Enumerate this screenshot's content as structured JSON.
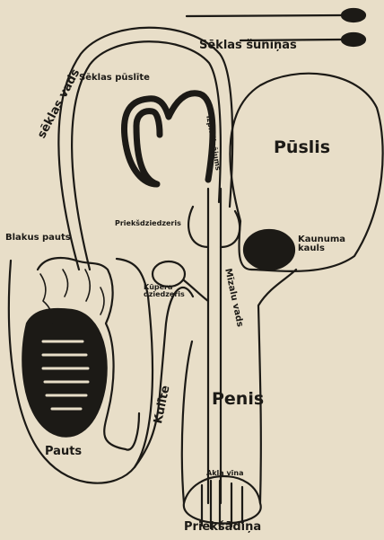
{
  "labels": {
    "seklas_sunins": "Sēklas šūniņas",
    "seklas_vads": "sēklas vads",
    "seklas_puslite": "Sēklas pūslīte",
    "puslis": "Pūslis",
    "izplusinajums": "Izplūšinājums",
    "priekszidziedzeris": "Priekšdziedzeris",
    "kaunuma_kauls": "Kaunuma kauls",
    "blakus_pauts": "Blakus pauts",
    "kupera_dziedzeris": "Kūpera dziedzeris",
    "mizalu_vads": "Mīzalu vads",
    "kulite": "Kulīte",
    "penis": "Penis",
    "pauts": "Pauts",
    "akla_vina": "Akla vīna",
    "priekszadina": "Priekšādiņa"
  },
  "colors": {
    "ink": "#1c1a16",
    "paper": "#e8dec8"
  }
}
